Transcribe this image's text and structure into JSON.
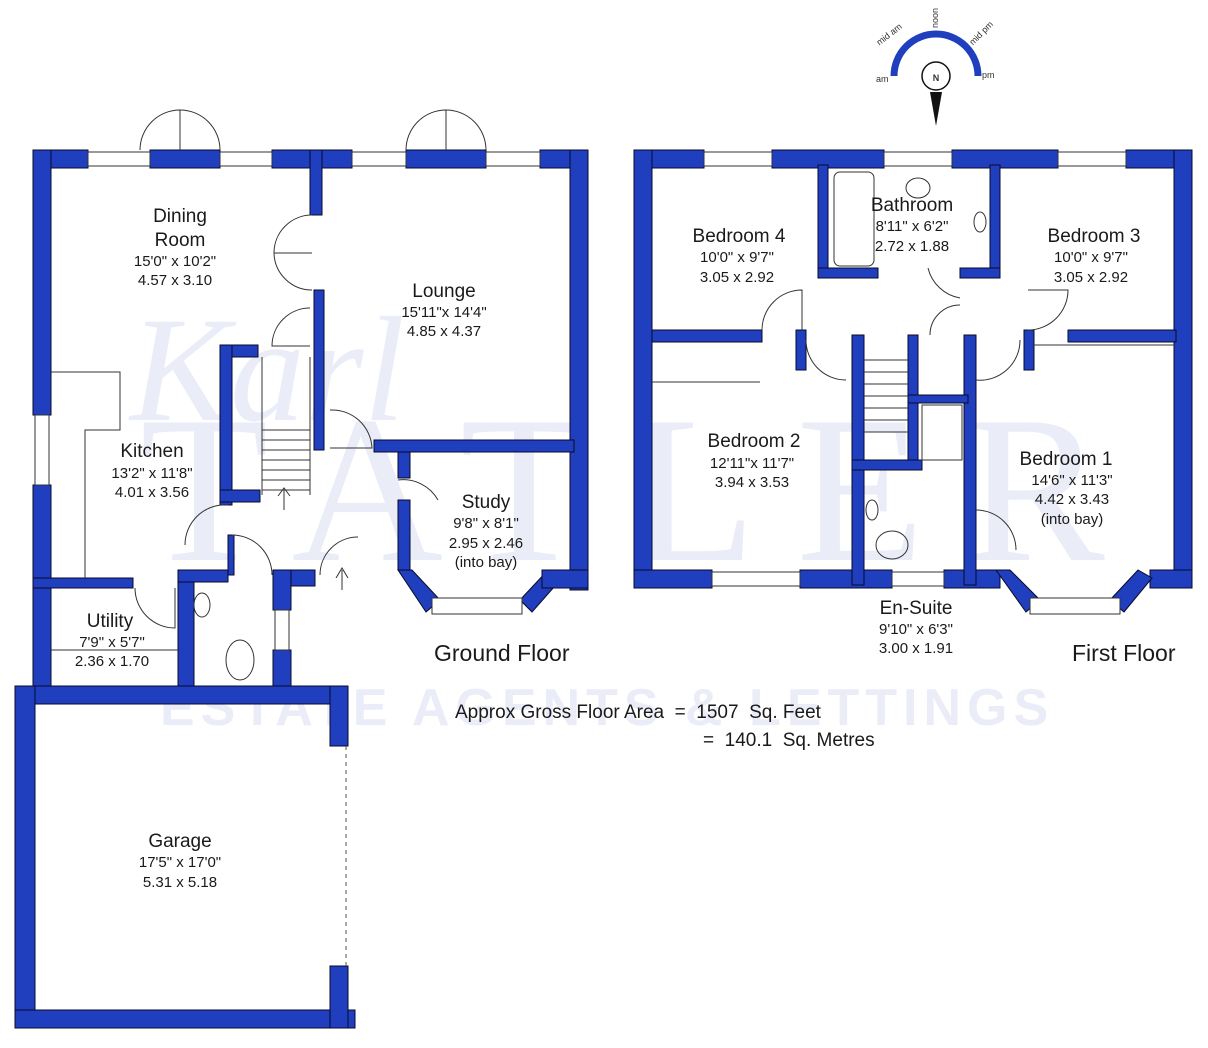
{
  "colors": {
    "wall": "#1f3fbf",
    "wall_outline": "#0a0a28",
    "window": "#ffffff",
    "text": "#1a1a1a",
    "watermark": "#3b4fb8"
  },
  "watermark": {
    "script": "Karl",
    "letters": "TATLER",
    "tagline": "ESTATE AGENTS & LETTINGS"
  },
  "compass": {
    "north": "N",
    "marks": [
      "am",
      "mid am",
      "noon",
      "mid pm",
      "pm"
    ]
  },
  "floors": {
    "ground": {
      "title": "Ground Floor"
    },
    "first": {
      "title": "First Floor"
    }
  },
  "rooms": {
    "dining": {
      "name_1": "Dining",
      "name_2": "Room",
      "imperial": "15'0\" x 10'2\"",
      "metric": "4.57 x 3.10"
    },
    "lounge": {
      "name": "Lounge",
      "imperial": "15'11\"x 14'4\"",
      "metric": "4.85 x 4.37"
    },
    "kitchen": {
      "name": "Kitchen",
      "imperial": "13'2\" x 11'8\"",
      "metric": "4.01 x 3.56"
    },
    "study": {
      "name": "Study",
      "imperial": "9'8\" x 8'1\"",
      "metric": "2.95 x 2.46",
      "note": "(into bay)"
    },
    "utility": {
      "name": "Utility",
      "imperial": "7'9\" x 5'7\"",
      "metric": "2.36 x 1.70"
    },
    "garage": {
      "name": "Garage",
      "imperial": "17'5\" x 17'0\"",
      "metric": "5.31 x 5.18"
    },
    "bedroom4": {
      "name": "Bedroom 4",
      "imperial": "10'0\" x 9'7\"",
      "metric": "3.05 x 2.92"
    },
    "bathroom": {
      "name": "Bathroom",
      "imperial": "8'11\" x 6'2\"",
      "metric": "2.72 x 1.88"
    },
    "bedroom3": {
      "name": "Bedroom 3",
      "imperial": "10'0\" x 9'7\"",
      "metric": "3.05 x 2.92"
    },
    "bedroom2": {
      "name": "Bedroom 2",
      "imperial": "12'11\"x 11'7\"",
      "metric": "3.94 x 3.53"
    },
    "bedroom1": {
      "name": "Bedroom 1",
      "imperial": "14'6\" x 11'3\"",
      "metric": "4.42 x 3.43",
      "note": "(into bay)"
    },
    "ensuite": {
      "name": "En-Suite",
      "imperial": "9'10\" x 6'3\"",
      "metric": "3.00 x 1.91"
    }
  },
  "area": {
    "line1": "Approx Gross Floor Area  =  1507  Sq. Feet",
    "line2": "=  140.1  Sq. Metres"
  }
}
